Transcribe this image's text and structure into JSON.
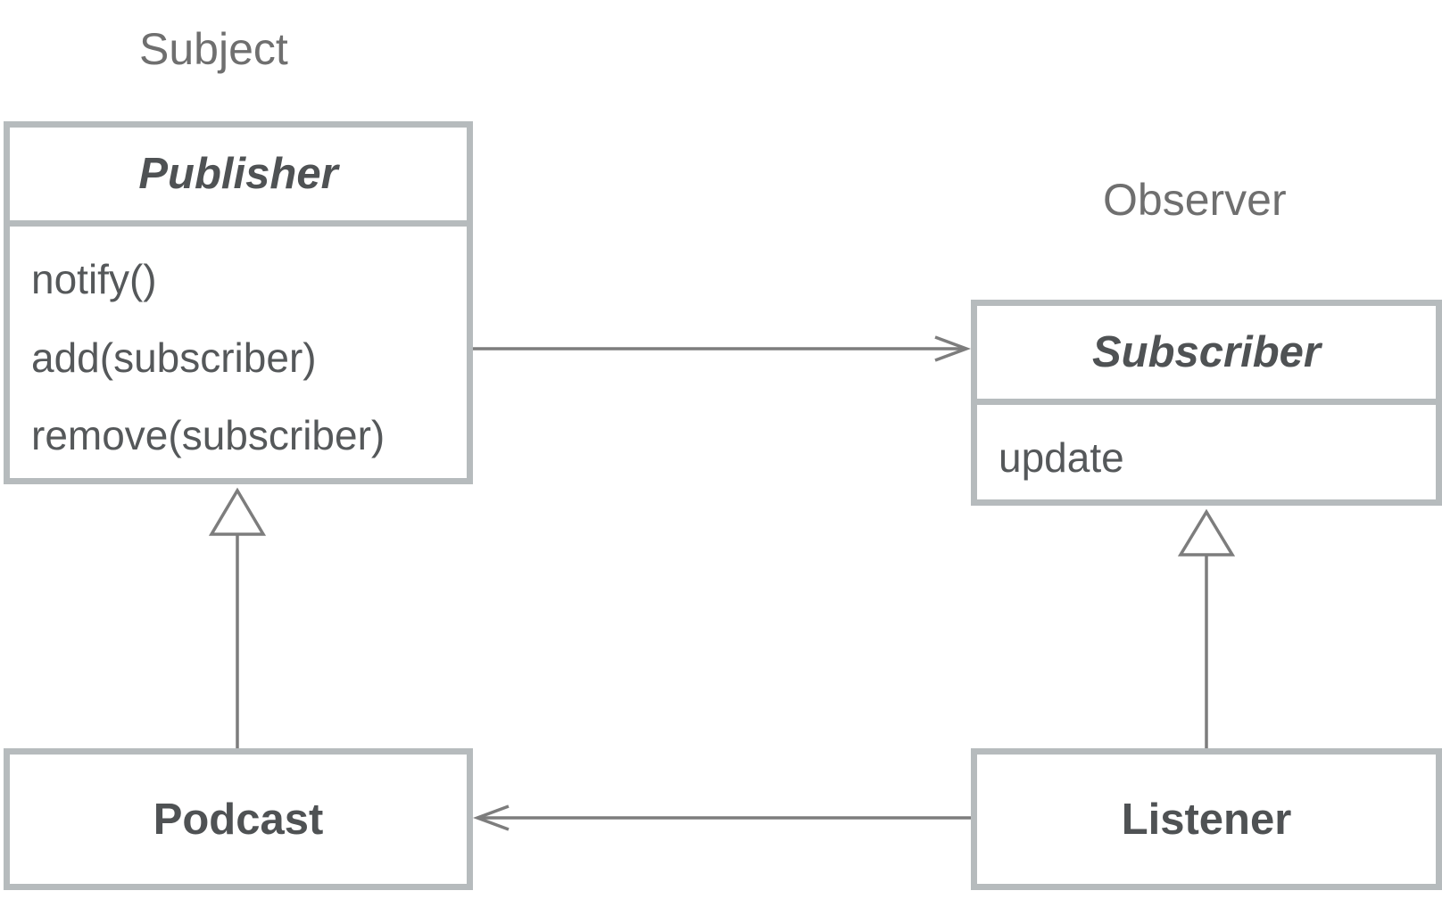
{
  "diagram": {
    "captions": {
      "subject": "Subject",
      "observer": "Observer"
    },
    "classes": {
      "publisher": {
        "name": "Publisher",
        "abstract": true,
        "methods": [
          "notify()",
          "add(subscriber)",
          "remove(subscriber)"
        ]
      },
      "subscriber": {
        "name": "Subscriber",
        "abstract": true,
        "methods": [
          "update"
        ]
      },
      "podcast": {
        "name": "Podcast",
        "abstract": false
      },
      "listener": {
        "name": "Listener",
        "abstract": false
      }
    },
    "relations": [
      {
        "type": "association",
        "from": "Publisher",
        "to": "Subscriber"
      },
      {
        "type": "generalization",
        "from": "Podcast",
        "to": "Publisher"
      },
      {
        "type": "generalization",
        "from": "Listener",
        "to": "Subscriber"
      },
      {
        "type": "association",
        "from": "Listener",
        "to": "Podcast"
      }
    ],
    "colors": {
      "box_border": "#b6bbbd",
      "connector": "#7d7d7d",
      "caption_text": "#6f6f6f",
      "class_name_text": "#4f5254"
    }
  }
}
